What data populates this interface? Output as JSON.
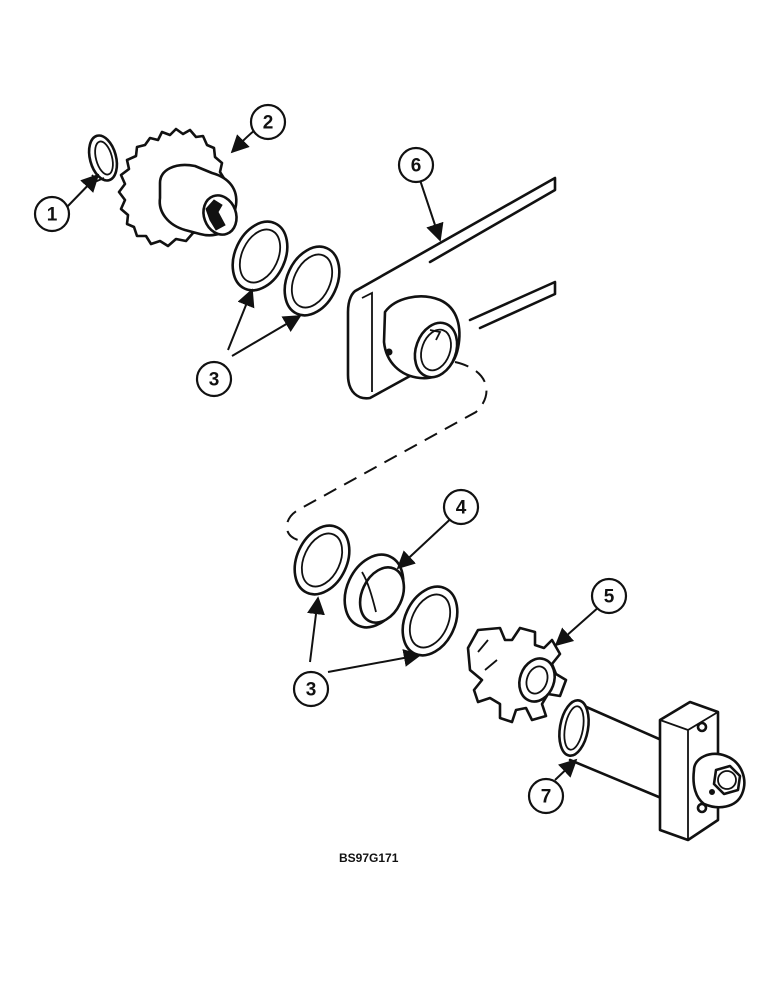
{
  "figure_code": "BS97G171",
  "callouts": {
    "c1": "1",
    "c2": "2",
    "c3a": "3",
    "c3b": "3",
    "c4": "4",
    "c5": "5",
    "c6": "6",
    "c7": "7"
  }
}
